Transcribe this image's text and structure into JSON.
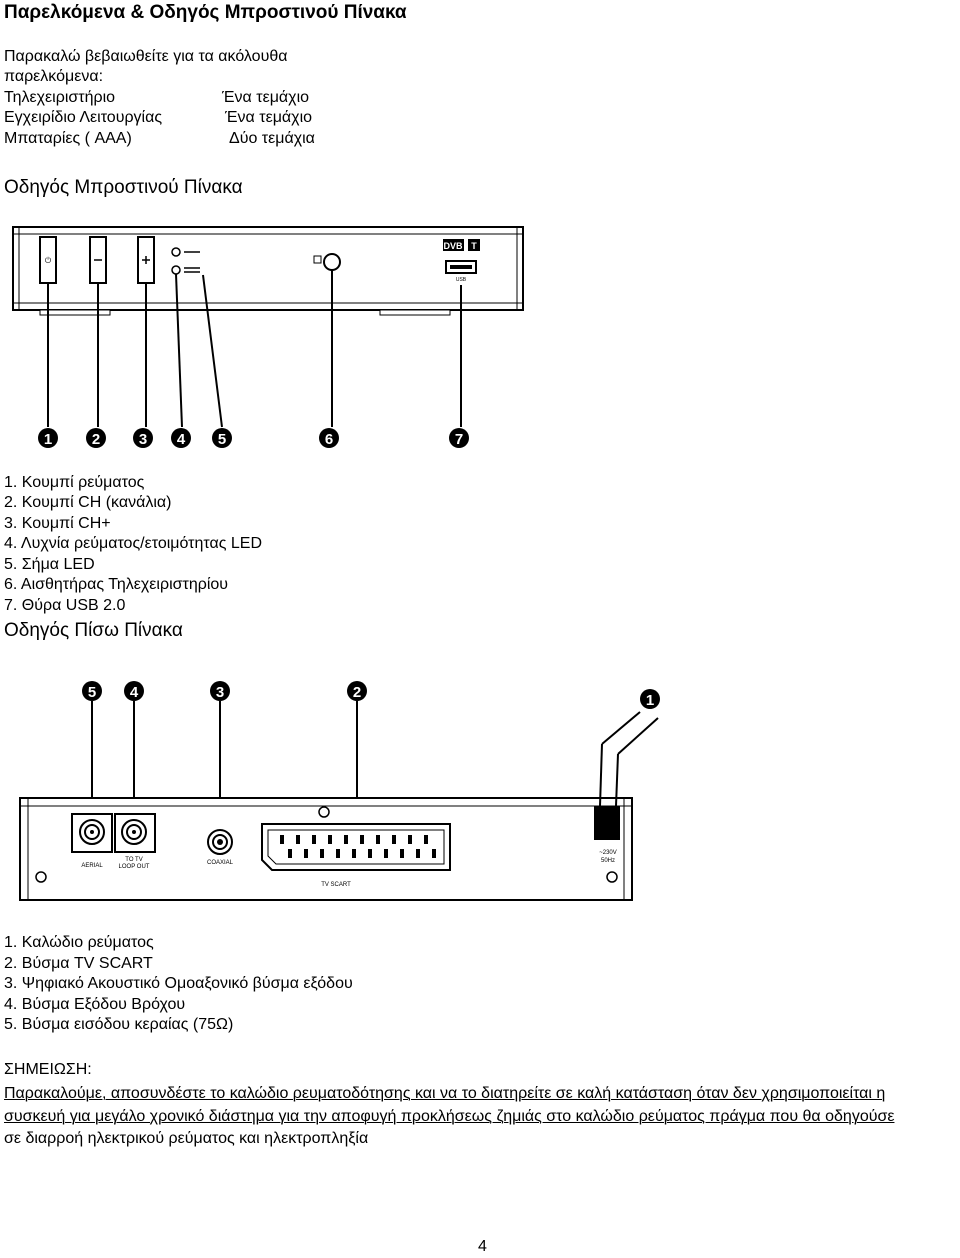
{
  "page": {
    "title": "Παρελκόμενα & Οδηγός Μπροστινού Πίνακα",
    "page_number": "4"
  },
  "accessories": {
    "intro_line1": "Παρακαλώ βεβαιωθείτε για τα ακόλουθα",
    "intro_line2": "παρελκόμενα:",
    "items": [
      {
        "name": "Τηλεχειριστήριο",
        "qty": "Ένα τεμάχιο"
      },
      {
        "name": "Εγχειρίδιο Λειτουργίας",
        "qty": "Ένα τεμάχιο"
      },
      {
        "name": "Μπαταρίες ( AAA)",
        "qty": "Δύο τεμάχια"
      }
    ]
  },
  "front_panel": {
    "heading": "Οδηγός Μπροστινού Πίνακα",
    "callouts": [
      "1",
      "2",
      "3",
      "4",
      "5",
      "6",
      "7"
    ],
    "diagram_labels": {
      "usb": "USB",
      "dvb": "DVB",
      "dvb_t": "T"
    },
    "items": [
      "1. Κουμπί ρεύματος",
      "2. Κουμπί CH (κανάλια)",
      "3. Κουμπί CH+",
      "4. Λυχνία  ρεύματος/ετοιμότητας  LED",
      "5. Σήμα  LED",
      "6. Αισθητήρας Τηλεχειριστηρίου",
      "7. Θύρα  USB 2.0"
    ]
  },
  "rear_panel": {
    "heading": "Οδηγός Πίσω Πίνακα",
    "callouts": [
      "5",
      "4",
      "3",
      "2",
      "1"
    ],
    "diagram_labels": {
      "aerial": "AERIAL",
      "to_tv_1": "TO TV",
      "to_tv_2": "LOOP OUT",
      "coaxial": "COAXIAL",
      "tv_scart": "TV SCART",
      "power_1": "~230V",
      "power_2": "50Hz"
    },
    "items": [
      "1. Καλώδιο ρεύματος",
      "2. Βύσμα TV SCART",
      "3. Ψηφιακό Ακουστικό Ομοαξονικό βύσμα εξόδου",
      "4. Βύσμα Εξόδου Βρόχου",
      "5. Βύσμα εισόδου κεραίας  (75Ω)"
    ]
  },
  "note": {
    "title": "ΣΗΜΕΙΩΣΗ:",
    "line1": "Παρακαλούμε, αποσυνδέστε το καλώδιο ρευματοδότησης  και να το διατηρείτε σε καλή κατάσταση όταν δεν χρησιμοποιείται η",
    "line2": "συσκευή για μεγάλο χρονικό διάστημα  για την αποφυγή προκλήσεως ζημιάς στο  καλώδιο ρεύματος πράγμα που θα οδηγούσε",
    "line3": "σε διαρροή ηλεκτρικού ρεύματος και ηλεκτροπληξία"
  }
}
